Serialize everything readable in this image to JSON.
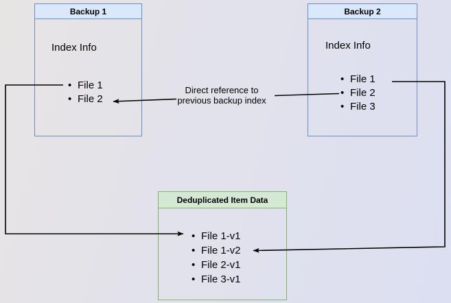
{
  "diagram": {
    "nodes": {
      "backup1": {
        "title": "Backup 1",
        "index_label": "Index Info",
        "files": [
          "File 1",
          "File 2"
        ]
      },
      "backup2": {
        "title": "Backup 2",
        "index_label": "Index Info",
        "files": [
          "File 1",
          "File 2",
          "File 3"
        ]
      },
      "dedup": {
        "title": "Deduplicated Item Data",
        "files": [
          "File 1-v1",
          "File 1-v2",
          "File 2-v1",
          "File 3-v1"
        ]
      }
    },
    "edges": {
      "reference_label_line1": "Direct reference to",
      "reference_label_line2": "previous backup index"
    },
    "colors": {
      "blue_node_border": "#6c8ebf",
      "blue_node_header_fill": "#dae8fc",
      "green_node_border": "#82b366",
      "green_node_header_fill": "#d5e8d4",
      "edge_color": "#000000",
      "background_left": "#e7e4e4",
      "background_right": "#dcdff2"
    }
  }
}
